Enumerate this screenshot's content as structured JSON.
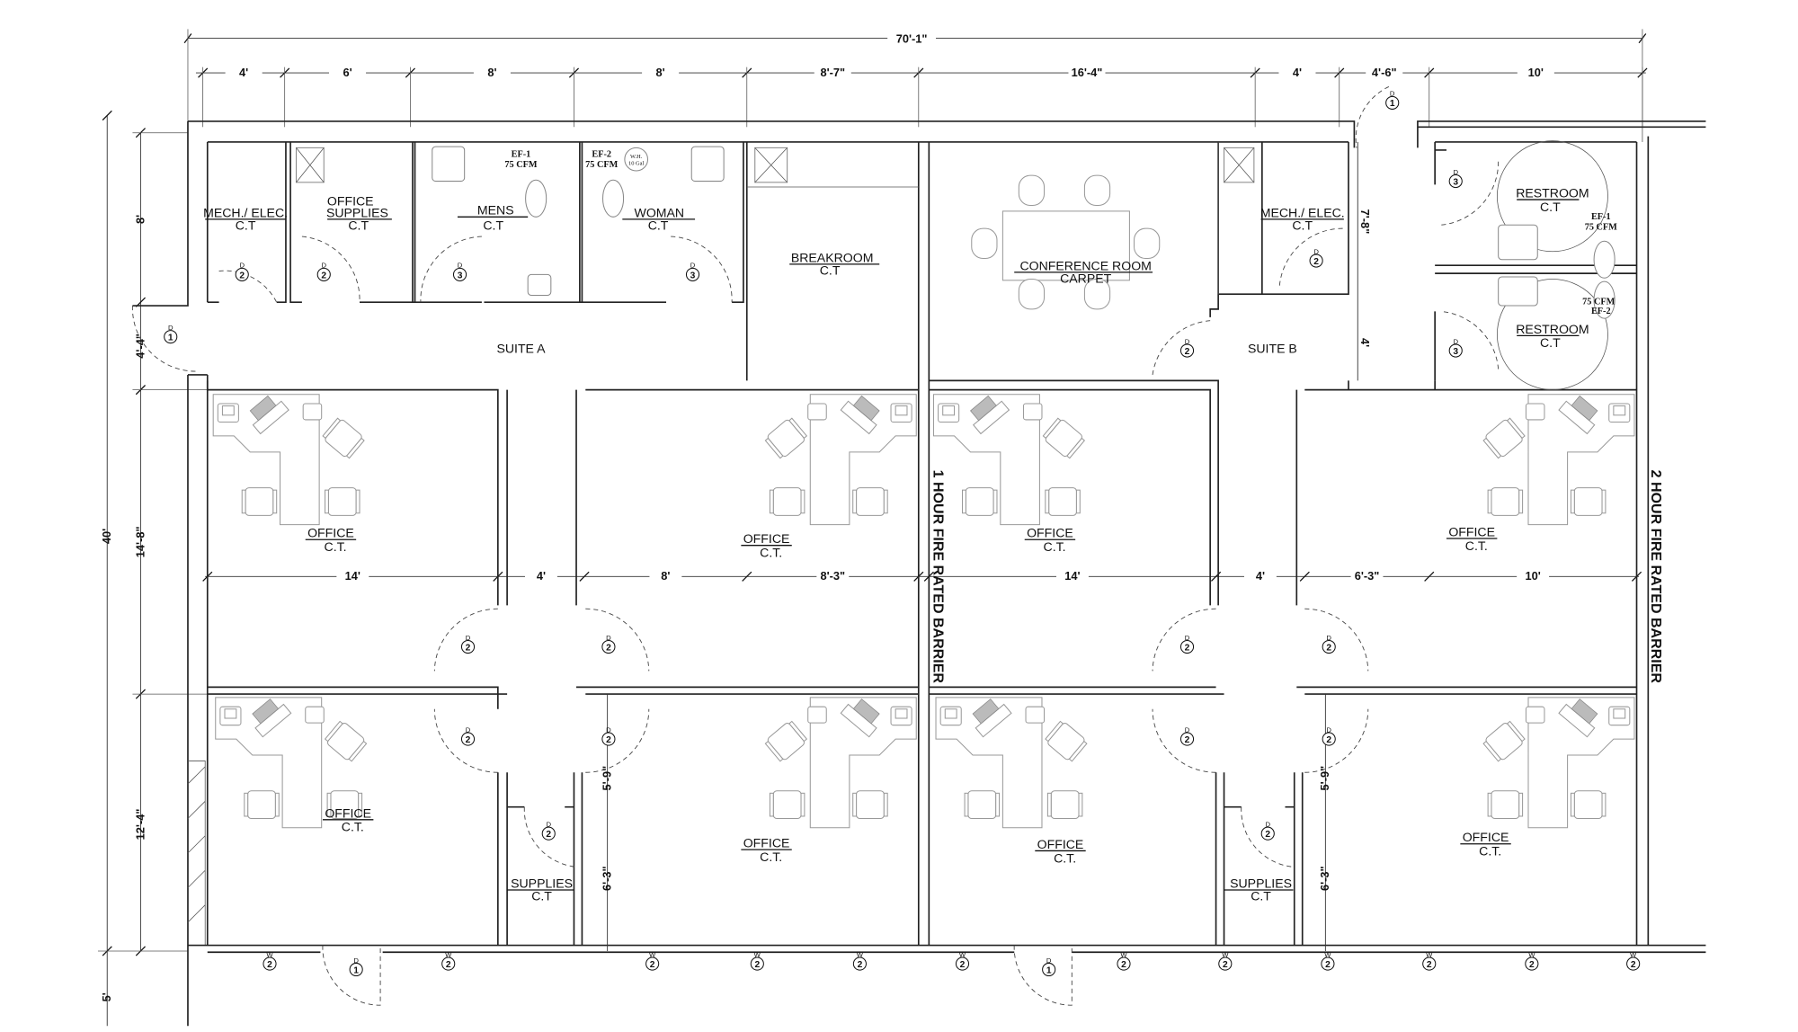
{
  "plan": {
    "overall_width": "70'-1\"",
    "top_dims": [
      "4'",
      "6'",
      "8'",
      "8'",
      "8'-7\"",
      "16'-4\"",
      "4'",
      "4'-6\"",
      "10'"
    ],
    "mid_dims": [
      "14'",
      "4'",
      "8'",
      "8'-3\"",
      "14'",
      "4'",
      "6'-3\"",
      "10'"
    ],
    "left_dims": {
      "overall": "40'",
      "d1": "8'",
      "d2": "4'-4\"",
      "d3": "14'-8\"",
      "d4": "12'-4\"",
      "d5": "5'"
    },
    "corridor_dims": {
      "a": "7'-8\"",
      "b": "4'"
    },
    "closet_dims": {
      "a": "5'-9\"",
      "b": "6'-3\""
    }
  },
  "rooms": {
    "mech_a": {
      "name": "MECH./ ELEC.",
      "finish": "C.T"
    },
    "office_supplies": {
      "name1": "OFFICE",
      "name2": "SUPPLIES",
      "finish": "C.T"
    },
    "mens": {
      "name": "MENS",
      "finish": "C.T"
    },
    "woman": {
      "name": "WOMAN",
      "finish": "C.T"
    },
    "breakroom": {
      "name": "BREAKROOM",
      "finish": "C.T"
    },
    "conference": {
      "name": "CONFERENCE ROOM",
      "finish": "CARPET"
    },
    "mech_b": {
      "name": "MECH./ ELEC.",
      "finish": "C.T"
    },
    "restroom": {
      "name": "RESTROOM",
      "finish": "C.T"
    },
    "suite_a": "SUITE A",
    "suite_b": "SUITE B",
    "office": {
      "name": "OFFICE",
      "finish": "C.T."
    },
    "supplies": {
      "name": "SUPPLIES",
      "finish": "C.T"
    }
  },
  "equipment": {
    "ef1": "EF-1",
    "ef2": "EF-2",
    "cfm": "75 CFM",
    "wh1": "W.H.",
    "wh2": "10 Gal"
  },
  "barriers": {
    "one_hour": "1 HOUR FIRE RATED BARRIER",
    "two_hour": "2 HOUR FIRE RATED BARRIER"
  },
  "tags": {
    "door": "D",
    "window": "W",
    "n1": "1",
    "n2": "2",
    "n3": "3"
  },
  "colors": {
    "line": "#222222",
    "furniture": "#999999"
  }
}
